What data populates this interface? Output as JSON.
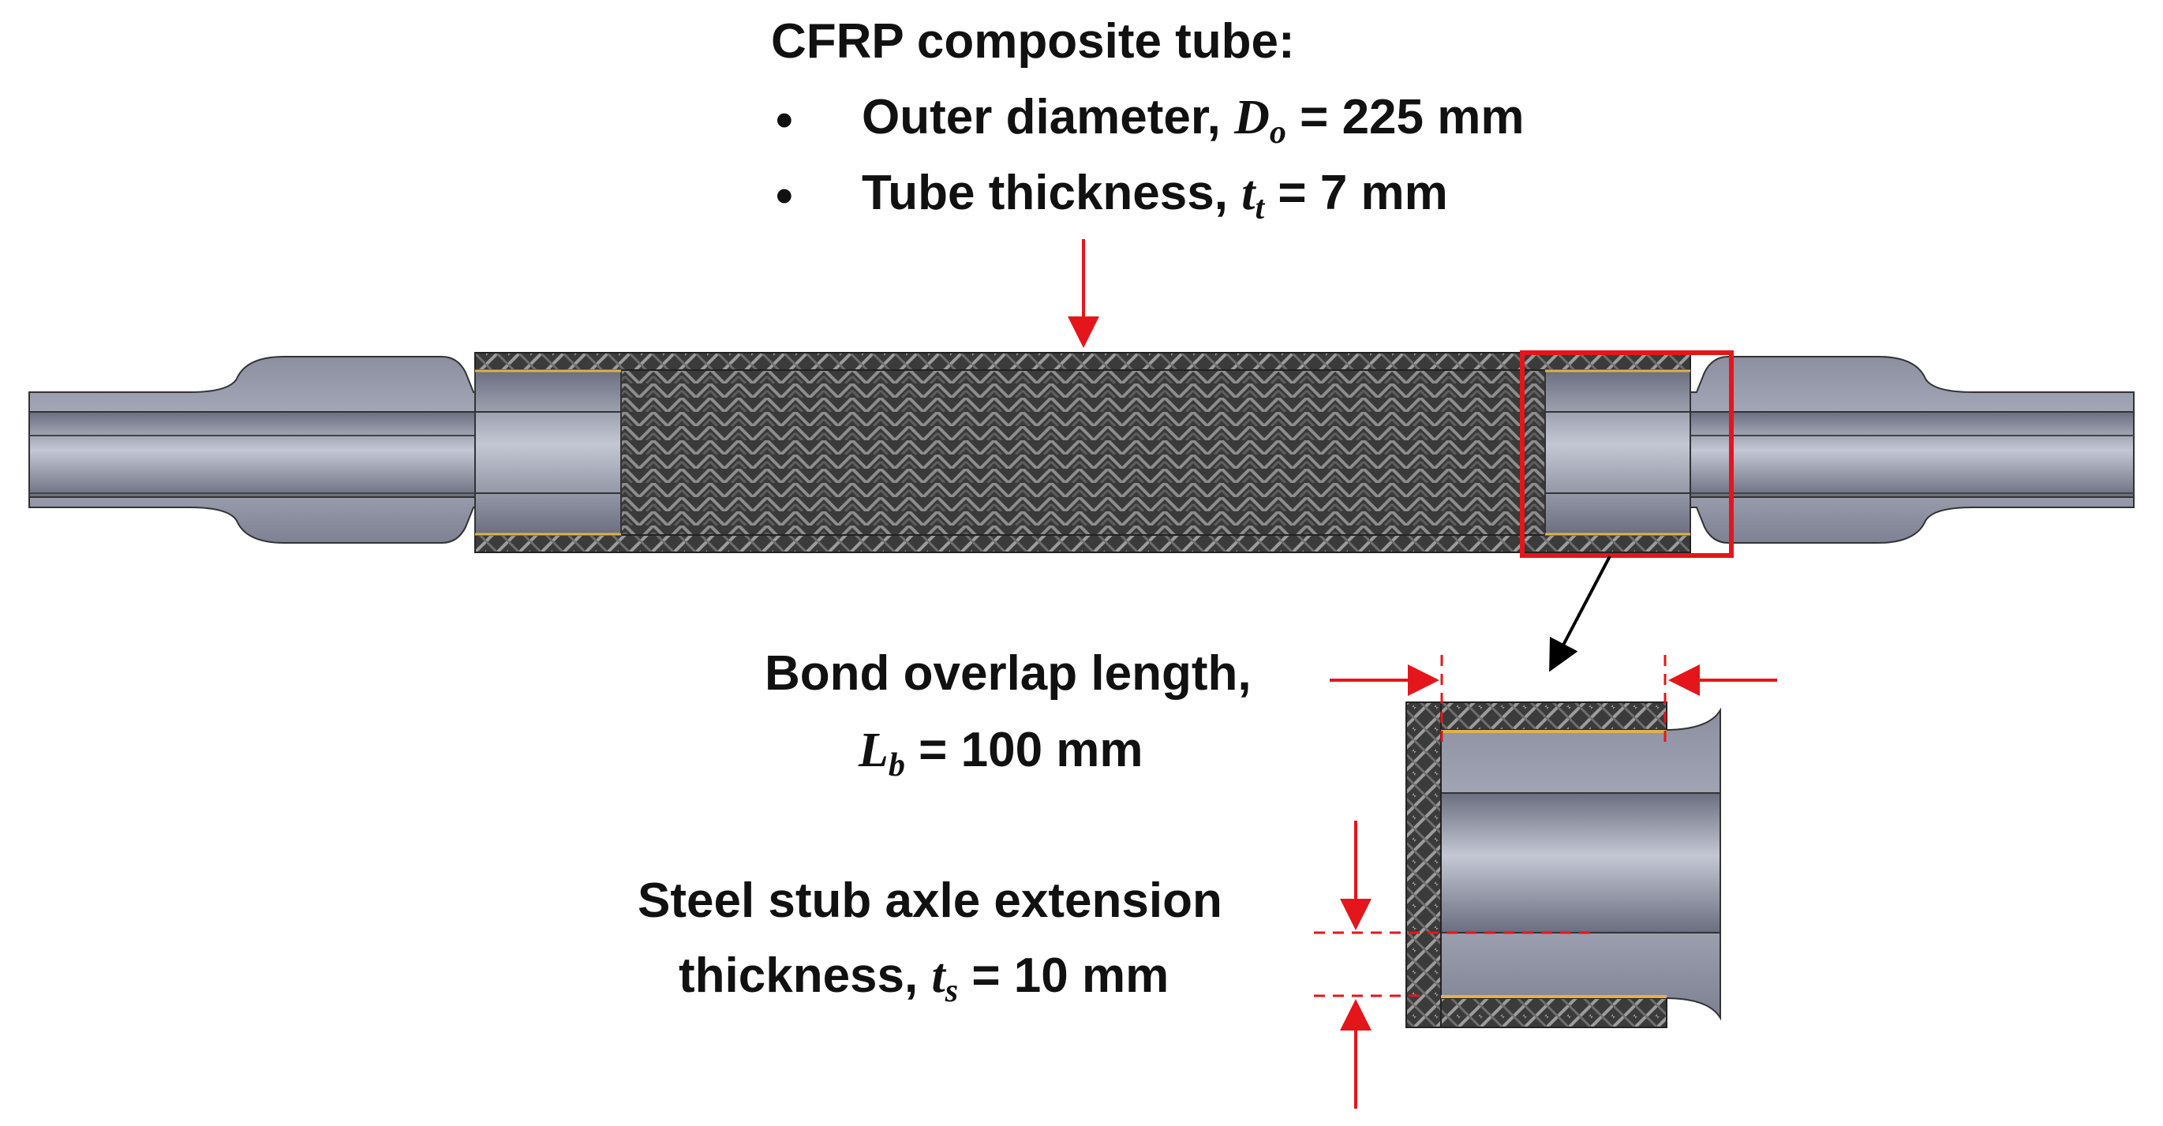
{
  "tube_spec": {
    "title": "CFRP composite tube:",
    "bullets": [
      {
        "prefix": "Outer diameter, ",
        "symbol": "D",
        "subscript": "o",
        "suffix": " = 225 mm"
      },
      {
        "prefix": "Tube thickness, ",
        "symbol": "t",
        "subscript": "t",
        "suffix": " = 7 mm"
      }
    ]
  },
  "bond": {
    "line1": "Bond overlap length,",
    "symbol": "L",
    "subscript": "b",
    "suffix": " = 100 mm"
  },
  "stub": {
    "line1": "Steel stub axle extension",
    "prefix": "thickness, ",
    "symbol": "t",
    "subscript": "s",
    "suffix": " = 10 mm"
  },
  "colors": {
    "annotation_red": "#e4161b",
    "steel": "#9a9ead",
    "steel_dark": "#5d6070",
    "carbon": "#3a3a3a",
    "adhesive": "#e0b24a",
    "text": "#111111"
  }
}
